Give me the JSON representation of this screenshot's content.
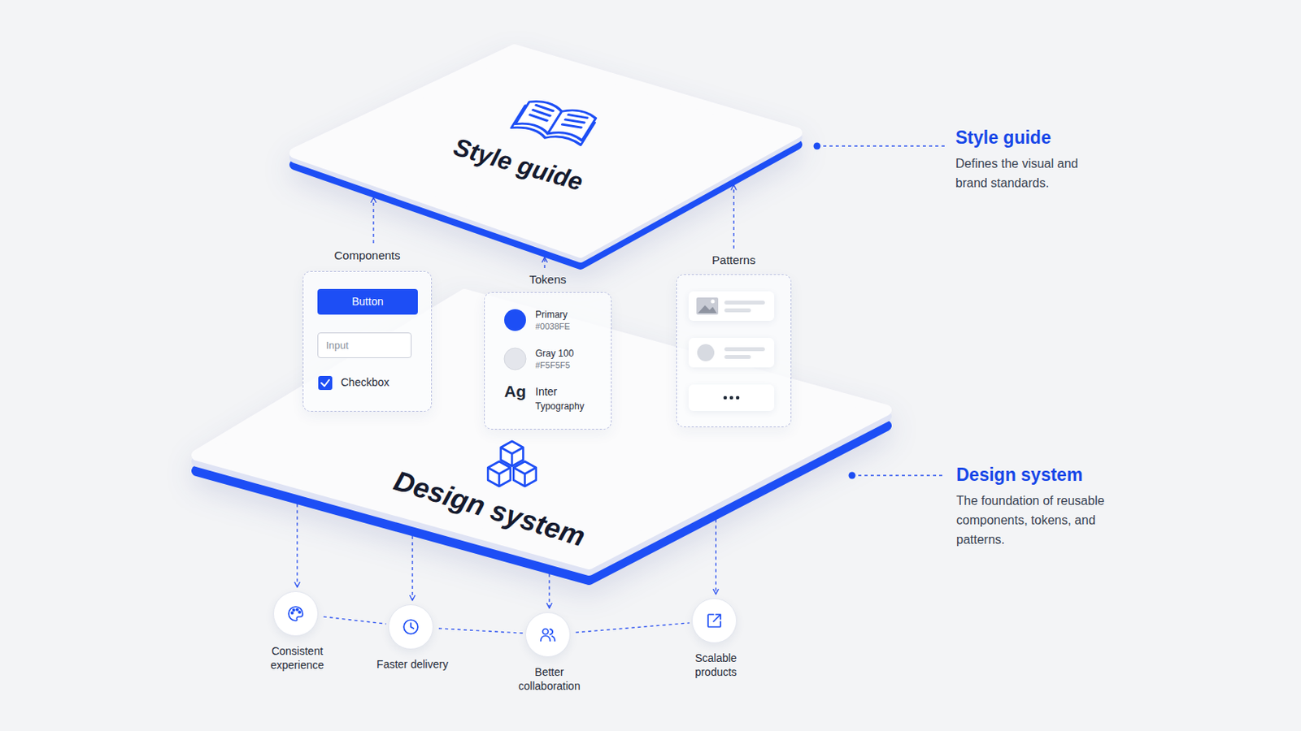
{
  "diagram": {
    "nodes": [
      {
        "text": [
          "Style guide"
        ]
      },
      {
        "text": [
          "Design system"
        ]
      },
      {
        "text": [
          "Components",
          "Checkbox"
        ]
      },
      {
        "text": [
          "Button"
        ],
        "in": 2
      },
      {
        "text": [
          "Input"
        ],
        "in": 2
      },
      {
        "text": [
          "Tokens",
          "Primary",
          "#0038FE",
          "Gray 100",
          "#F5F5F5",
          "Ag",
          "Inter",
          "Typography"
        ]
      },
      {
        "text": [
          "Patterns"
        ]
      },
      {
        "text": [
          "Consistent experience"
        ]
      },
      {
        "text": [
          "Faster delivery"
        ]
      },
      {
        "text": [
          "Better collaboration"
        ]
      },
      {
        "text": [
          "Scalable products"
        ]
      }
    ],
    "edges": [
      {
        "from": 2,
        "to": 0,
        "arrow": "to"
      },
      {
        "from": 5,
        "to": 0,
        "arrow": "to"
      },
      {
        "from": 6,
        "to": 0,
        "arrow": "to"
      },
      {
        "from": 1,
        "to": 7,
        "arrow": "to"
      },
      {
        "from": 1,
        "to": 8,
        "arrow": "to"
      },
      {
        "from": 1,
        "to": 9,
        "arrow": "to"
      },
      {
        "from": 1,
        "to": 10,
        "arrow": "to"
      },
      {
        "from": 7,
        "to": 8,
        "arrow": "none"
      },
      {
        "from": 8,
        "to": 9,
        "arrow": "none"
      },
      {
        "from": 9,
        "to": 10,
        "arrow": "none"
      }
    ],
    "labels": [
      "Style guide",
      "Defines the visual and brand standards.",
      "Design system",
      "The foundation of reusable components, tokens, and patterns."
    ]
  }
}
